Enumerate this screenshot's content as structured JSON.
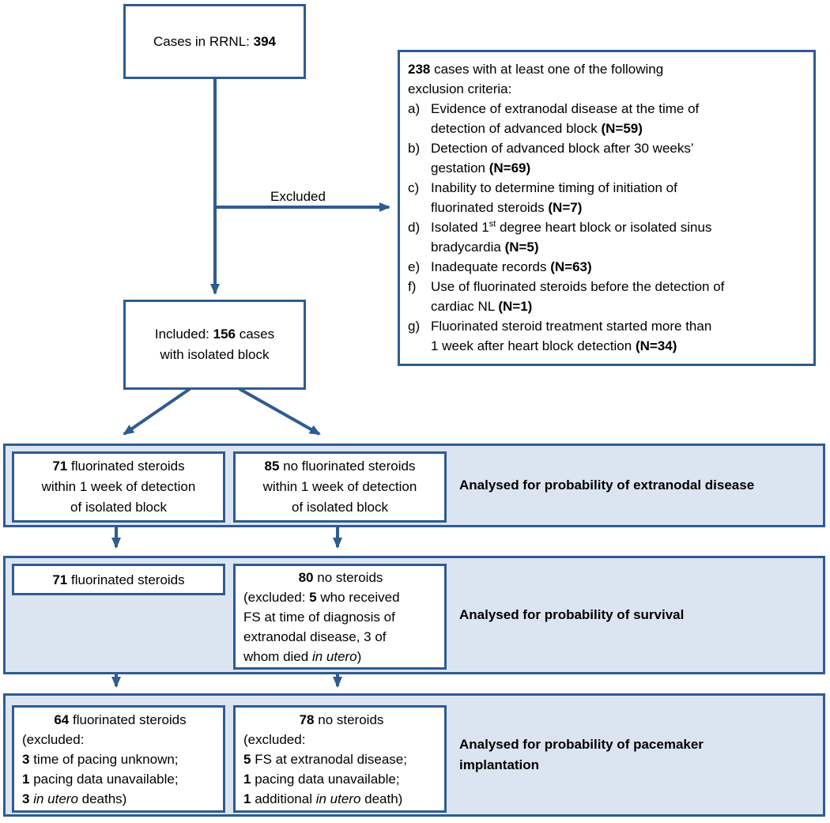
{
  "colors": {
    "border_blue": "#2F5C90",
    "band_fill": "#DBE5F1",
    "text": "#000000",
    "background": "#FFFFFF"
  },
  "top_box": {
    "pre": "Cases in RRNL: ",
    "n": "394"
  },
  "excluded_label": "Excluded",
  "exclusion_box": {
    "intro_b": "238",
    "intro_r": " cases with at least one of the following",
    "intro_l2": "exclusion criteria:",
    "items": [
      {
        "marker": "a)",
        "l1_pre": "Evidence of extranodal disease at the time of",
        "l1_sup": "",
        "l1_post": "",
        "l1_n": "",
        "l2_pre": "detection of advanced block ",
        "l2_n": "(N=59)"
      },
      {
        "marker": "b)",
        "l1_pre": "Detection of advanced block after 30 weeks’",
        "l1_sup": "",
        "l1_post": "",
        "l1_n": "",
        "l2_pre": "gestation ",
        "l2_n": "(N=69)"
      },
      {
        "marker": "c)",
        "l1_pre": "Inability to determine timing of initiation of",
        "l1_sup": "",
        "l1_post": "",
        "l1_n": "",
        "l2_pre": "fluorinated steroids ",
        "l2_n": "(N=7)"
      },
      {
        "marker": "d)",
        "l1_pre": "Isolated 1",
        "l1_sup": "st",
        "l1_post": " degree heart block or isolated sinus",
        "l1_n": "",
        "l2_pre": "bradycardia ",
        "l2_n": "(N=5)"
      },
      {
        "marker": "e)",
        "l1_pre": "Inadequate records ",
        "l1_sup": "",
        "l1_post": "",
        "l1_n": "(N=63)",
        "l2_pre": "",
        "l2_n": ""
      },
      {
        "marker": "f)",
        "l1_pre": "Use of fluorinated steroids before the detection of",
        "l1_sup": "",
        "l1_post": "",
        "l1_n": "",
        "l2_pre": "cardiac NL ",
        "l2_n": "(N=1)"
      },
      {
        "marker": "g)",
        "l1_pre": "Fluorinated steroid treatment started more than",
        "l1_sup": "",
        "l1_post": "",
        "l1_n": "",
        "l2_pre": "1 week after heart block detection ",
        "l2_n": "(N=34)"
      }
    ]
  },
  "included_box": {
    "l1_pre": "Included: ",
    "l1_b": "156",
    "l1_post": " cases",
    "l2": "with isolated block"
  },
  "bands": [
    {
      "label_line1": "Analysed for probability of extranodal disease",
      "label_line2": "",
      "left_box": {
        "l1_b": "71",
        "l1_r": " fluorinated steroids",
        "l2": "within 1 week of detection",
        "l3": "of isolated block"
      },
      "right_box": {
        "l1_b": "85",
        "l1_r": " no fluorinated steroids",
        "l2": "within 1 week of detection",
        "l3": "of isolated block"
      }
    },
    {
      "label_line1": "Analysed for probability of survival",
      "label_line2": "",
      "left_box": {
        "title_b": "71",
        "title_r": "  fluorinated steroids"
      },
      "right_box": {
        "title_b": "80",
        "title_r": " no steroids",
        "l1_pre": "(excluded: ",
        "l1_b": "5",
        "l1_post": " who received",
        "l2": "FS at time of diagnosis of",
        "l3": "extranodal disease, 3 of",
        "l4_pre": "whom died ",
        "l4_i": "in utero",
        "l4_post": ")"
      }
    },
    {
      "label_line1": "Analysed for probability of pacemaker",
      "label_line2": "implantation",
      "left_box": {
        "title_b": "64",
        "title_r": "  fluorinated steroids",
        "l1": "(excluded:",
        "l2_b": "3",
        "l2_r": " time of pacing unknown;",
        "l3_b": "1",
        "l3_r": " pacing data unavailable;",
        "l4_b": "3",
        "l4_pre": " ",
        "l4_i": "in utero",
        "l4_post": " deaths)"
      },
      "right_box": {
        "title_b": "78",
        "title_r": " no steroids",
        "l1": "(excluded:",
        "l2_b": "5",
        "l2_r": " FS at extranodal disease;",
        "l3_b": "1",
        "l3_r": " pacing data unavailable;",
        "l4_b": "1",
        "l4_pre": " additional ",
        "l4_i": "in utero",
        "l4_post": " death)"
      }
    }
  ]
}
